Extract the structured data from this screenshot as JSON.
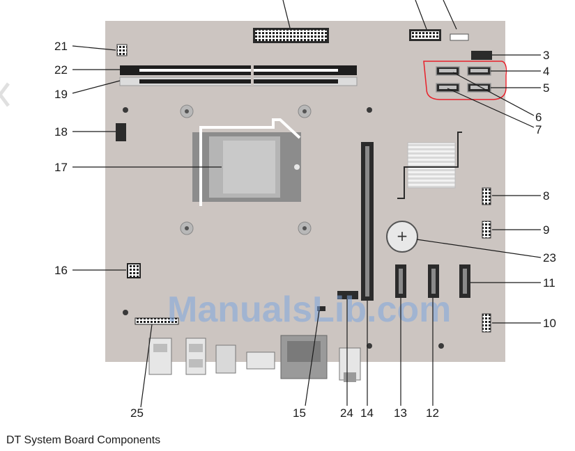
{
  "caption": "DT System Board Components",
  "watermark": "ManualsLib.com",
  "callouts": [
    "21",
    "22",
    "19",
    "18",
    "17",
    "16",
    "3",
    "4",
    "5",
    "6",
    "7",
    "8",
    "9",
    "23",
    "11",
    "10",
    "25",
    "15",
    "24",
    "14",
    "13",
    "12"
  ],
  "colors": {
    "board": "#ccc5c1",
    "highlight": "#e8202a",
    "watermark": "#7ea6de",
    "label": "#1a1a1a"
  }
}
